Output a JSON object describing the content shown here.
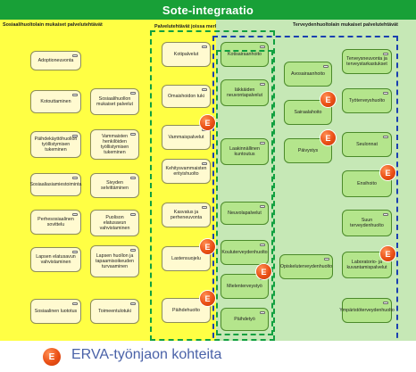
{
  "title": "Sote-integraatio",
  "headers": {
    "left": "Sosiaalihuoltolain mukaiset palvelutehtävät",
    "middle": "Palvelutehtävät joissa merkittävä yhteistyö",
    "right": "Terveydenhuoltolain mukaiset palvelutehtävät"
  },
  "nodes": {
    "left_col1": [
      "Adoptioneuvonta",
      "Kotouttaminen",
      "Päihdekäyttöhuollon työllistymisen tukeminen",
      "Sosiaaliasiamiestoiminta",
      "Perhesosiaalinen sovittelu",
      "Lapsen elatusavun vahvistaminen",
      "Sosiaalinen luototus"
    ],
    "left_col2": [
      "Sosiaalihuollon mukaiset palvelut",
      "Vammaisten henkilöiden työllistymisen tukeminen",
      "Sivyden selvittäminen",
      "Puolison elatusavun vahvistaminen",
      "Lapsen huollon ja tapaamisoikeuden turvaaminen",
      "Toimeentulotuki"
    ],
    "middle_yellow": [
      "Kotipalvelut",
      "Omaishoidon tuki",
      "Vammaispalvelut",
      "Kehitysvammaisten erityishuolto",
      "Kasvatus ja perheneuvonta",
      "Lastensuojelu",
      "Päihdehuolto"
    ],
    "middle_green": [
      "Kotisairaanhoito",
      "Iäkkäiden neuvontapalvelut",
      "Laakinnällinen kuntoutus",
      "Neuvolapalvelut",
      "Kouluterveydenhuolto",
      "Mielenterveystyö",
      "Päihdetyö"
    ],
    "right_col1": [
      "Avosairaanhoito",
      "Sairaalahoito",
      "Päivystys",
      "Opiskeluterveydenhuolto"
    ],
    "right_col2": [
      "Terveysneuvonta ja terveystarkastukset",
      "Työterveyshuolto",
      "Seulonnat",
      "Ensihoito",
      "Suun terveydenhuolto",
      "Laboratorio- ja kuvantamispalvelut",
      "Ympäristöterveydenhuolto"
    ]
  },
  "badge_letter": "E",
  "legend": {
    "badge_letter": "E",
    "text": "ERVA-työnjaon kohteita"
  },
  "colors": {
    "title_bar": "#18a037",
    "yellow_panel": "#ffff44",
    "green_panel": "#c6e8b6",
    "badge": "#ea4f15",
    "legend_text": "#4a62a8",
    "green_dash": "#11a040",
    "blue_dash": "#1a3fb0"
  }
}
